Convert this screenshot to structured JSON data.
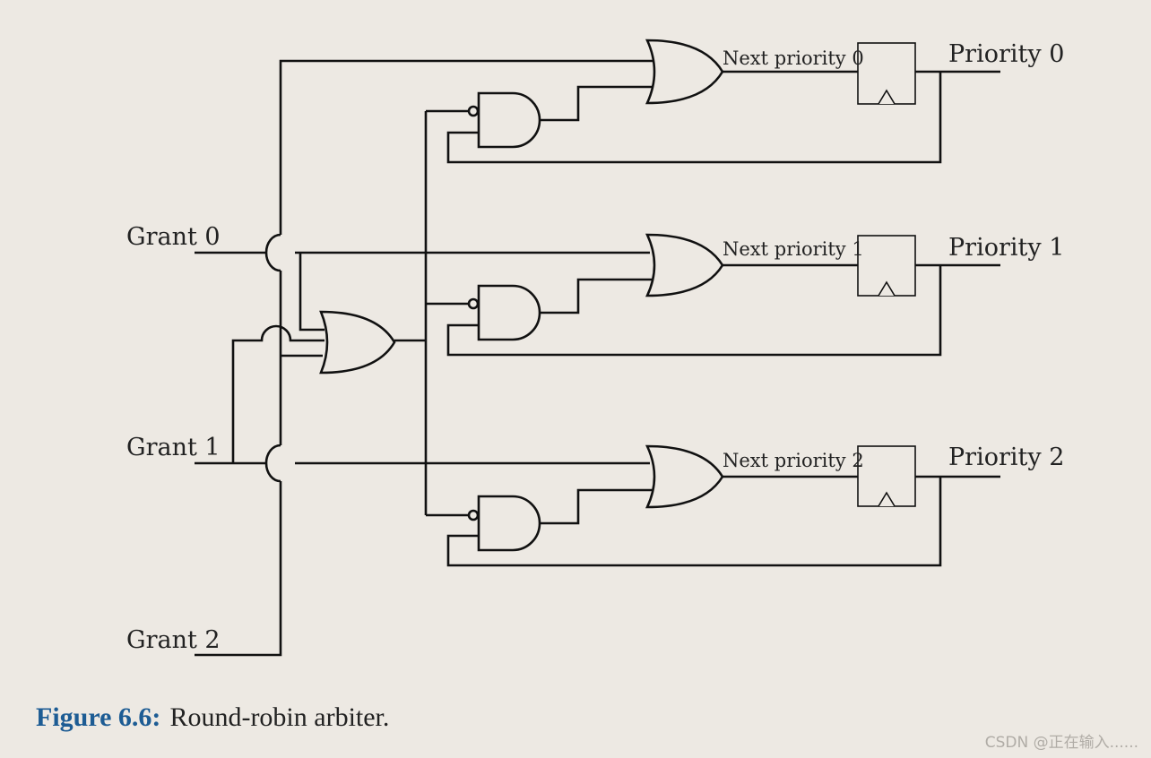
{
  "inputs": {
    "grant0": "Grant 0",
    "grant1": "Grant 1",
    "grant2": "Grant 2"
  },
  "next_labels": {
    "n0": "Next priority 0",
    "n1": "Next priority 1",
    "n2": "Next priority 2"
  },
  "outputs": {
    "p0": "Priority 0",
    "p1": "Priority 1",
    "p2": "Priority 2"
  },
  "caption": {
    "figure": "Figure 6.6:",
    "text": "Round-robin arbiter."
  },
  "watermark": "CSDN @正在输入......"
}
